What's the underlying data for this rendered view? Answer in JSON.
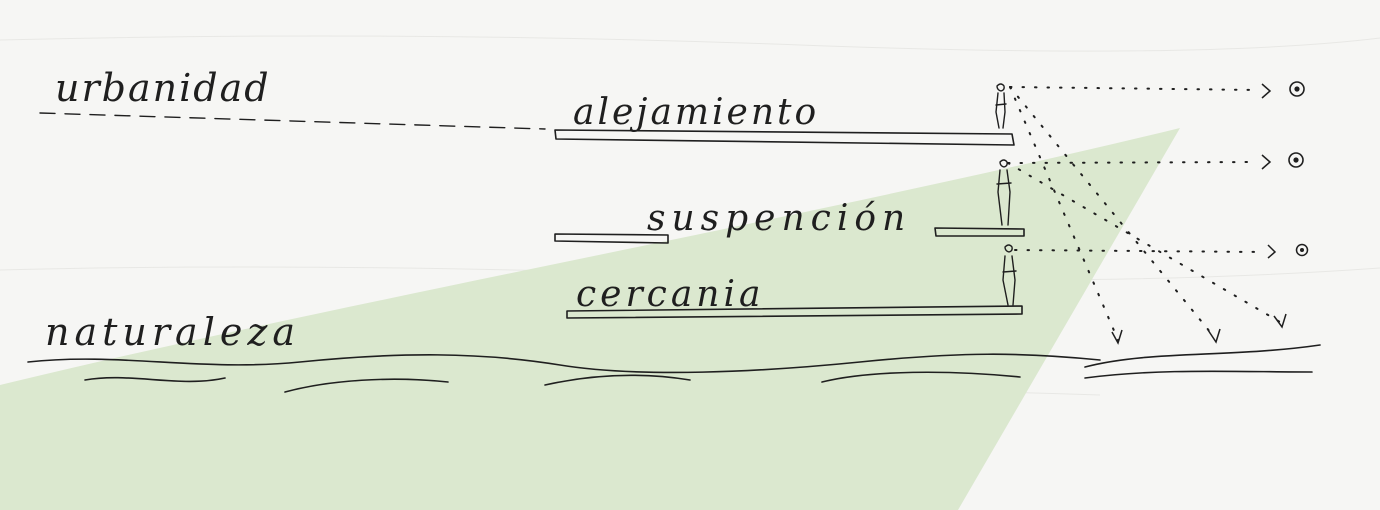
{
  "labels": {
    "urbanidad": "urbanidad",
    "alejamiento": "alejamiento",
    "suspension": "suspención",
    "cercania": "cercania",
    "naturaleza": "naturaleza"
  },
  "colors": {
    "paper": "#f6f6f4",
    "ink": "#1f1f1f",
    "green_wedge": "#dbe8cf"
  },
  "icons": [
    "eye-icon",
    "eye-icon",
    "eye-icon",
    "person-figure",
    "person-figure",
    "person-figure"
  ]
}
